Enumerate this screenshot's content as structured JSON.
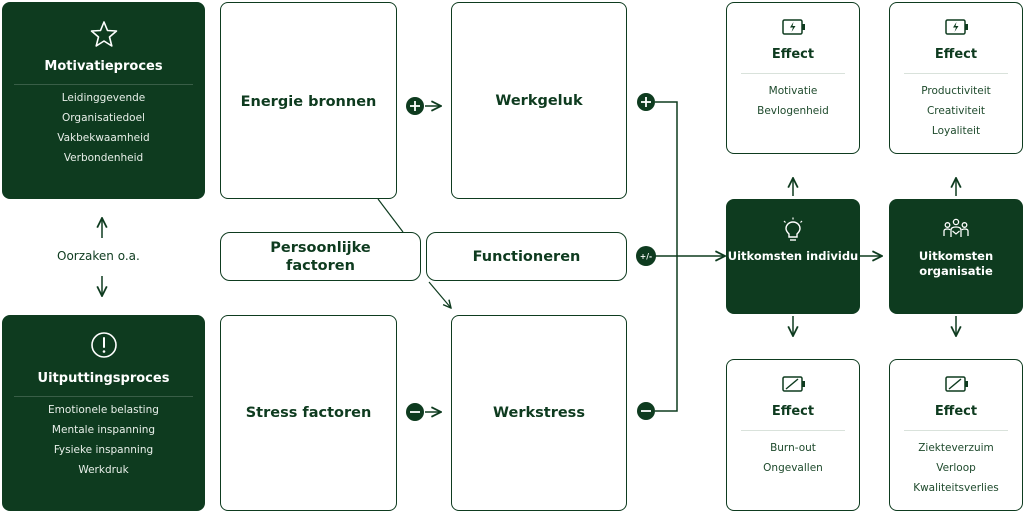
{
  "motivatie": {
    "title": "Motivatieproces",
    "items": [
      "Leidinggevende",
      "Organisatiedoel",
      "Vakbekwaamheid",
      "Verbondenheid"
    ]
  },
  "uitputting": {
    "title": "Uitputtingsproces",
    "items": [
      "Emotionele belasting",
      "Mentale inspanning",
      "Fysieke inspanning",
      "Werkdruk"
    ]
  },
  "oorzaken": "Oorzaken o.a.",
  "energie": "Energie bronnen",
  "stress": "Stress factoren",
  "persoonlijke": "Persoonlijke factoren",
  "functioneren": "Functioneren",
  "werkgeluk": "Werkgeluk",
  "werkstress": "Werkstress",
  "signs": {
    "plus": "+",
    "minus": "−",
    "plusminus": "+/-"
  },
  "uitkomsten_individu": "Uitkomsten individu",
  "uitkomsten_organisatie": "Uitkomsten organisatie",
  "effects": {
    "ind_pos": {
      "title": "Effect",
      "items": [
        "Motivatie",
        "Bevlogenheid"
      ]
    },
    "org_pos": {
      "title": "Effect",
      "items": [
        "Productiviteit",
        "Creativiteit",
        "Loyaliteit"
      ]
    },
    "ind_neg": {
      "title": "Effect",
      "items": [
        "Burn-out",
        "Ongevallen"
      ]
    },
    "org_neg": {
      "title": "Effect",
      "items": [
        "Ziekteverzuim",
        "Verloop",
        "Kwaliteitsverlies"
      ]
    }
  },
  "colors": {
    "dark_green": "#0e3b1f",
    "white": "#ffffff"
  }
}
